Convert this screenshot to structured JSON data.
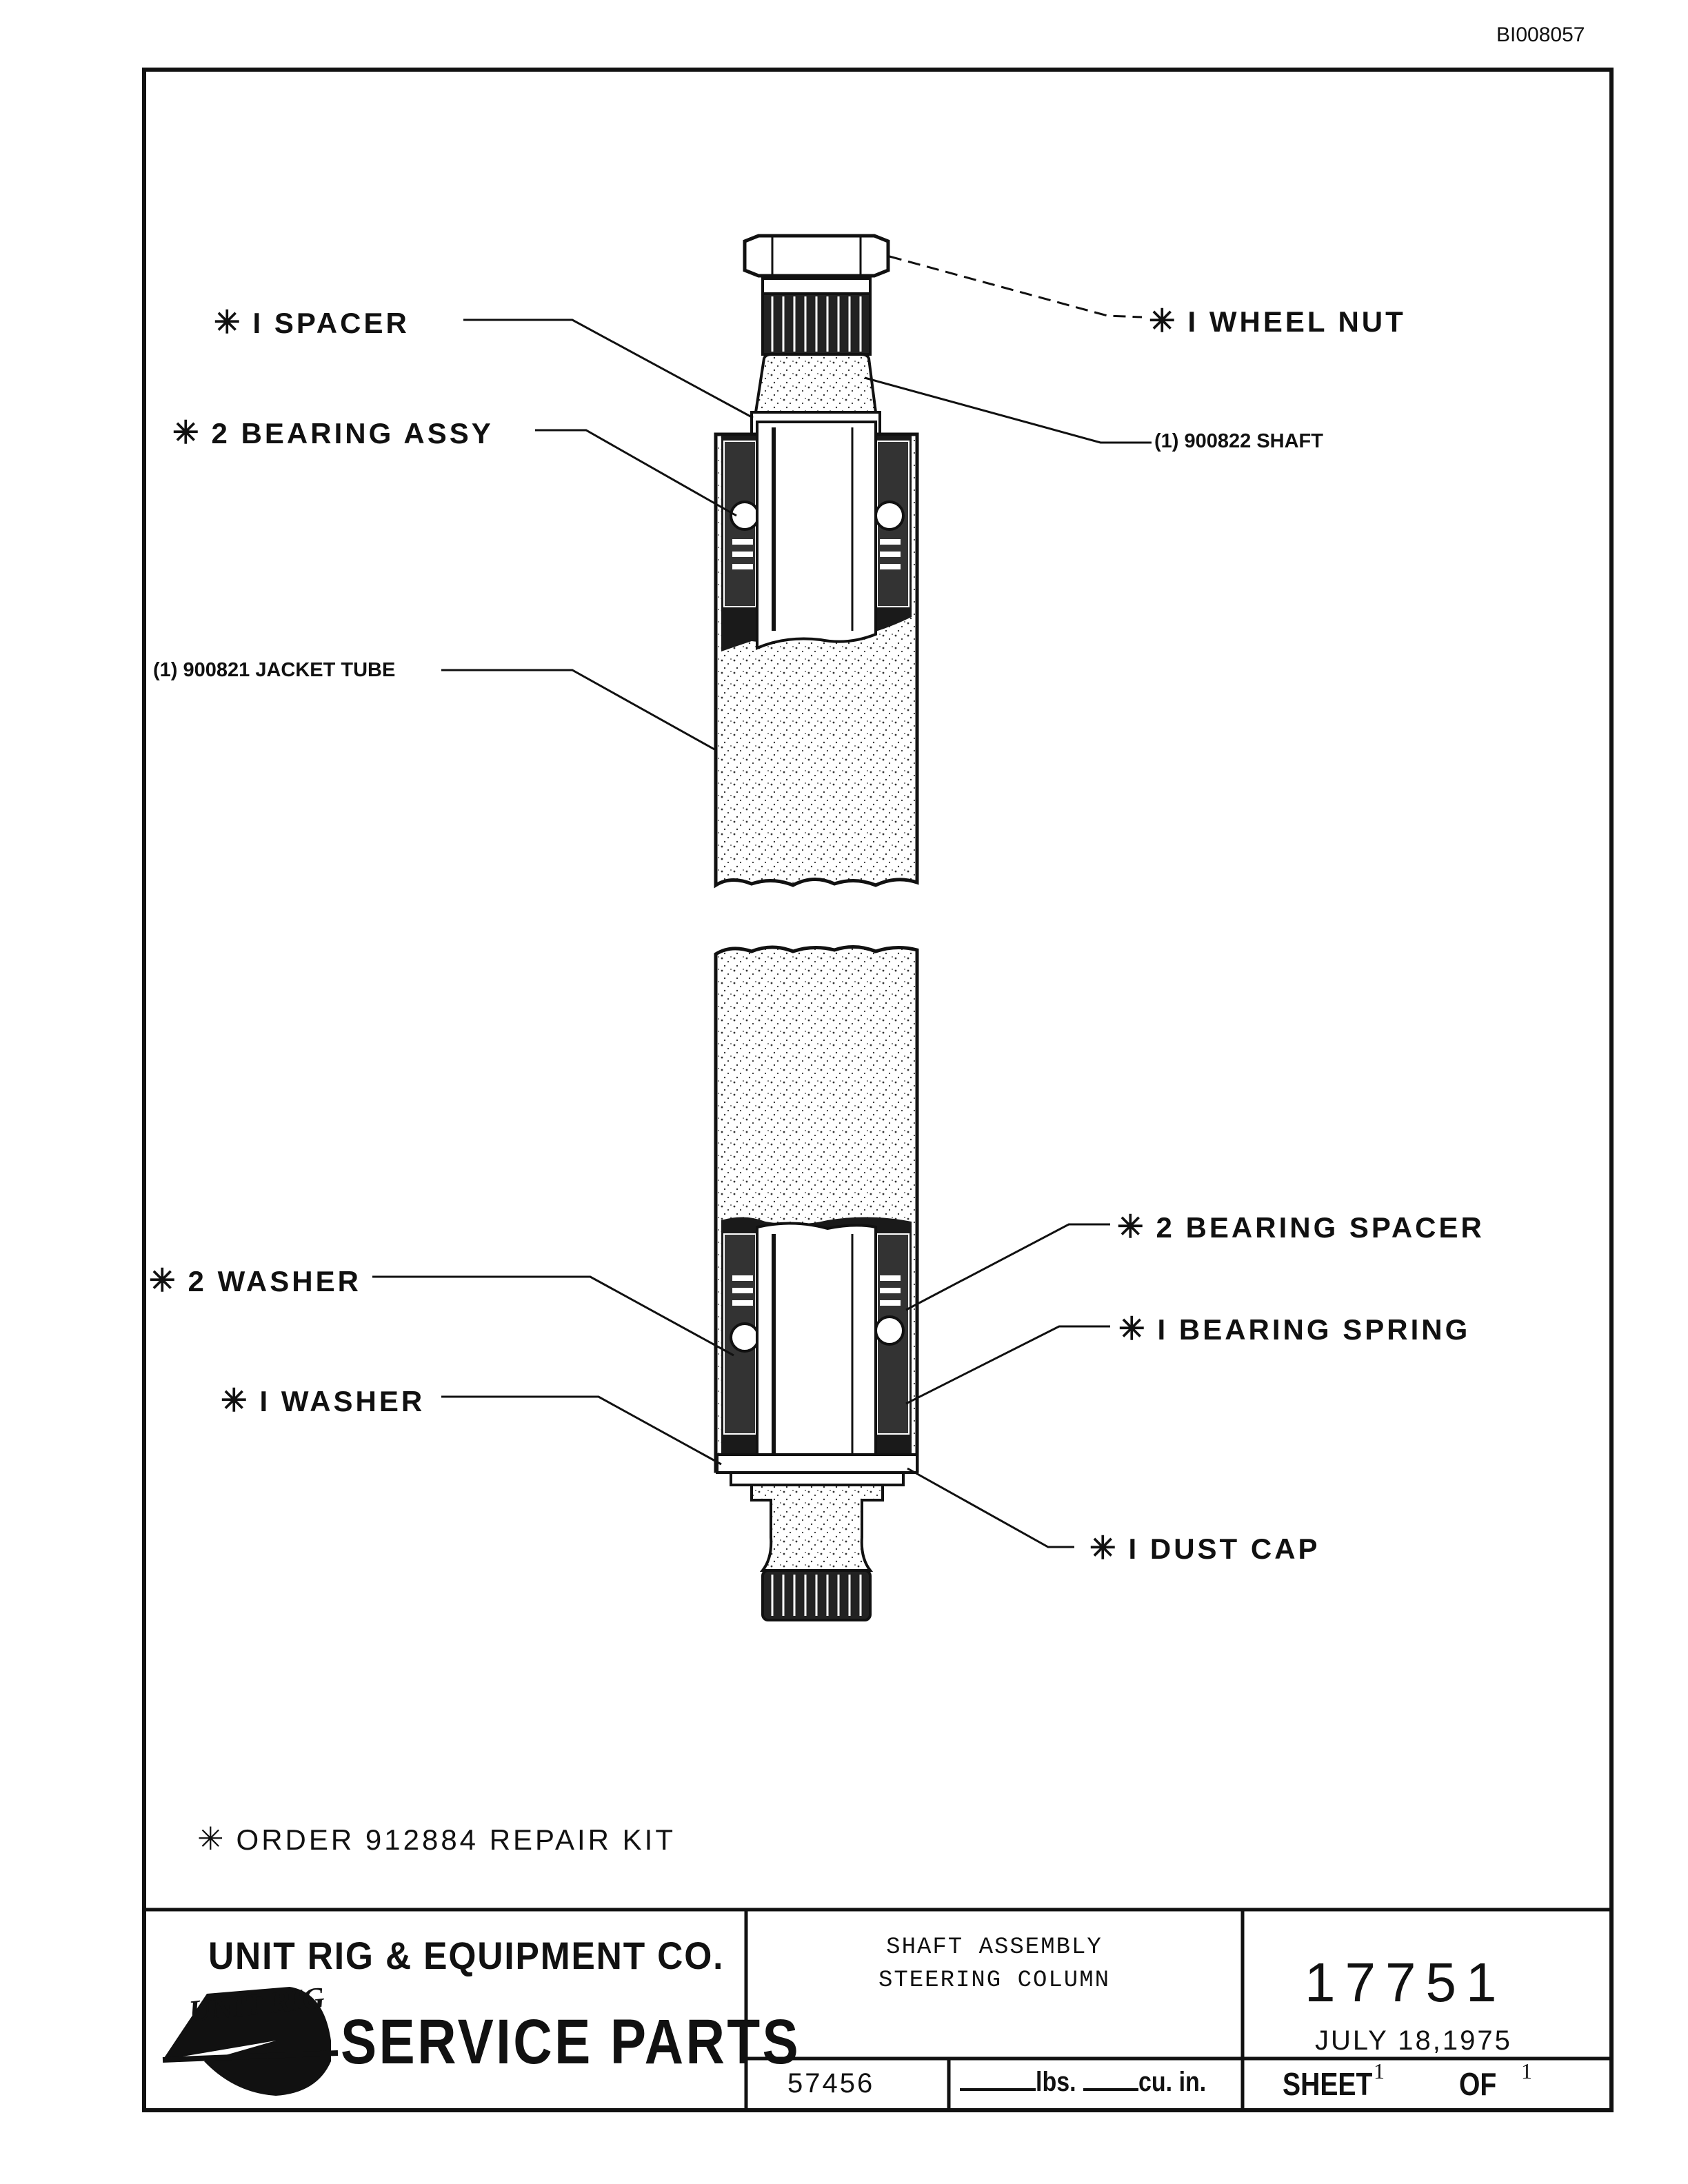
{
  "document_id": "BI008057",
  "callouts": {
    "spacer": {
      "mark": "✳",
      "text": "I SPACER"
    },
    "bearing_assy": {
      "mark": "✳",
      "text": "2 BEARING ASSY"
    },
    "jacket_tube": {
      "text": "(1) 900821 JACKET TUBE"
    },
    "wheel_nut": {
      "mark": "✳",
      "text": "I WHEEL NUT"
    },
    "shaft": {
      "text": "(1) 900822 SHAFT"
    },
    "bearing_spacer": {
      "mark": "✳",
      "text": "2 BEARING SPACER"
    },
    "bearing_spring": {
      "mark": "✳",
      "text": "I BEARING SPRING"
    },
    "washer_2": {
      "mark": "✳",
      "text": "2 WASHER"
    },
    "washer_1": {
      "mark": "✳",
      "text": "I WASHER"
    },
    "dust_cap": {
      "mark": "✳",
      "text": "I DUST CAP"
    }
  },
  "note": {
    "mark": "✳",
    "text": "ORDER 912884 REPAIR KIT"
  },
  "title_block": {
    "company": "UNIT RIG & EQUIPMENT CO.",
    "logo_text": "UNIT RIG",
    "service_parts": "SERVICE PARTS",
    "title_line_1": "SHAFT ASSEMBLY",
    "title_line_2": "STEERING COLUMN",
    "drawing_number": "17751",
    "date": "JULY 18,1975",
    "part_ref": "57456",
    "weight_unit": "lbs.",
    "volume_unit": "cu. in.",
    "sheet_label": "SHEET",
    "sheet_number": "1",
    "of_label": "OF",
    "sheet_total": "1"
  }
}
